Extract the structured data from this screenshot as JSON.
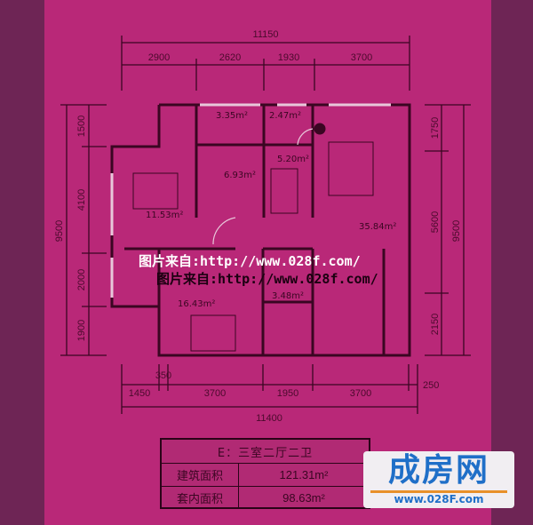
{
  "plan": {
    "top_total": "11150",
    "top_dims": [
      "2900",
      "2620",
      "1930",
      "3700"
    ],
    "left_total": "9500",
    "left_dims": [
      "1500",
      "4100",
      "2000",
      "1900"
    ],
    "right_total": "9500",
    "right_dims": [
      "1750",
      "5600",
      "2150"
    ],
    "bottom_total": "11400",
    "bottom_dims": [
      "1450",
      "350",
      "3700",
      "1950",
      "3700",
      "250"
    ],
    "rooms": {
      "balcony_top": "3.35m²",
      "bath_top": "2.47m²",
      "study": "6.93m²",
      "kitchen": "5.20m²",
      "bedroom_left": "11.53m²",
      "living": "35.84m²",
      "bedroom_bottom": "16.43m²",
      "bath_bottom": "3.48m²"
    }
  },
  "watermarks": {
    "line1": "图片来自:http://www.028f.com/",
    "line2": "图片来自:http://www.028f.com/"
  },
  "info_table": {
    "title": "E：三室二厅二卫",
    "rows": [
      {
        "label": "建筑面积",
        "value": "121.31m²"
      },
      {
        "label": "套内面积",
        "value": "98.63m²"
      }
    ]
  },
  "logo": {
    "name": "成房网",
    "url": "www.028F.com"
  },
  "colors": {
    "background": "#b92878",
    "side_band": "#6e2555",
    "lines": "#3a0622",
    "logo_blue": "#1f6fc8"
  }
}
